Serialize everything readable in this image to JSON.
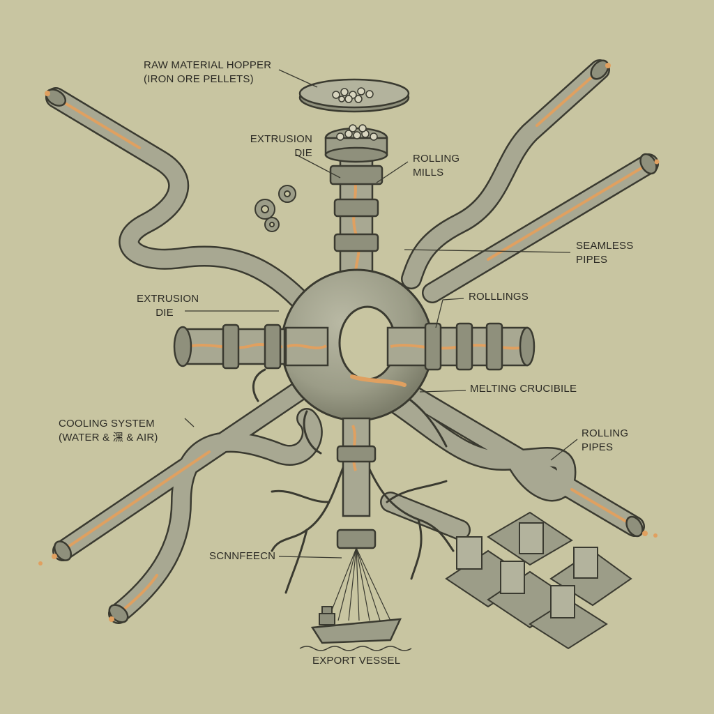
{
  "diagram": {
    "labels": {
      "hopper": [
        "RAW MATERIAL HOPPER",
        "(IRON ORE PELLETS)"
      ],
      "extrusion_die_top": [
        "EXTRUSION",
        "DIE"
      ],
      "rolling_mills": [
        "ROLLING",
        "MILLS"
      ],
      "seamless_pipes": [
        "SEAMLESS",
        "PIPES"
      ],
      "extrusion_die_left": [
        "EXTRUSION",
        "DIE"
      ],
      "rollings": [
        "ROLLLINGS"
      ],
      "melting_crucible": [
        "MELTING CRUCIBILE"
      ],
      "cooling_system": [
        "COOLING SYSTEM",
        "(WATER & 潶 & AIR)"
      ],
      "rolling_pipes": [
        "ROLLING",
        "PIPES"
      ],
      "scnnfeecn": [
        "SCNNFEECN"
      ],
      "export_vessel": [
        "EXPORT VESSEL"
      ]
    },
    "colors": {
      "background": "#c8c5a1",
      "pipe_fill": "#a8a892",
      "pipe_dark": "#6f705f",
      "outline": "#3a3a30",
      "molten": "#e0a060"
    }
  }
}
